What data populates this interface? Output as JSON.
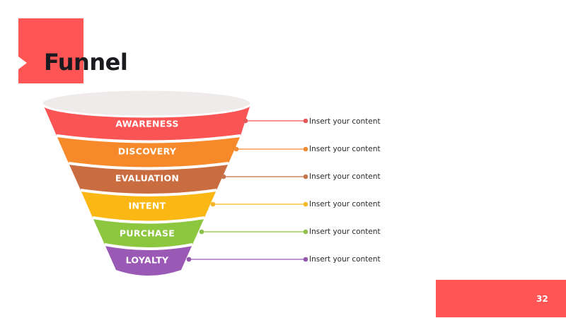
{
  "slide": {
    "title": "Funnel",
    "page_number": "32",
    "accent_color": "#ff5555",
    "funnel_top_color": "#efebea"
  },
  "stages": [
    {
      "label": "AWARENESS",
      "color": "#fb5454",
      "content": "Insert your content"
    },
    {
      "label": "DISCOVERY",
      "color": "#f6892a",
      "content": "Insert your content"
    },
    {
      "label": "EVALUATION",
      "color": "#c96d41",
      "content": "Insert your content"
    },
    {
      "label": "INTENT",
      "color": "#fbb814",
      "content": "Insert your content"
    },
    {
      "label": "PURCHASE",
      "color": "#8dc63f",
      "content": "Insert your content"
    },
    {
      "label": "LOYALTY",
      "color": "#9b59b6",
      "content": "Insert your content"
    }
  ]
}
